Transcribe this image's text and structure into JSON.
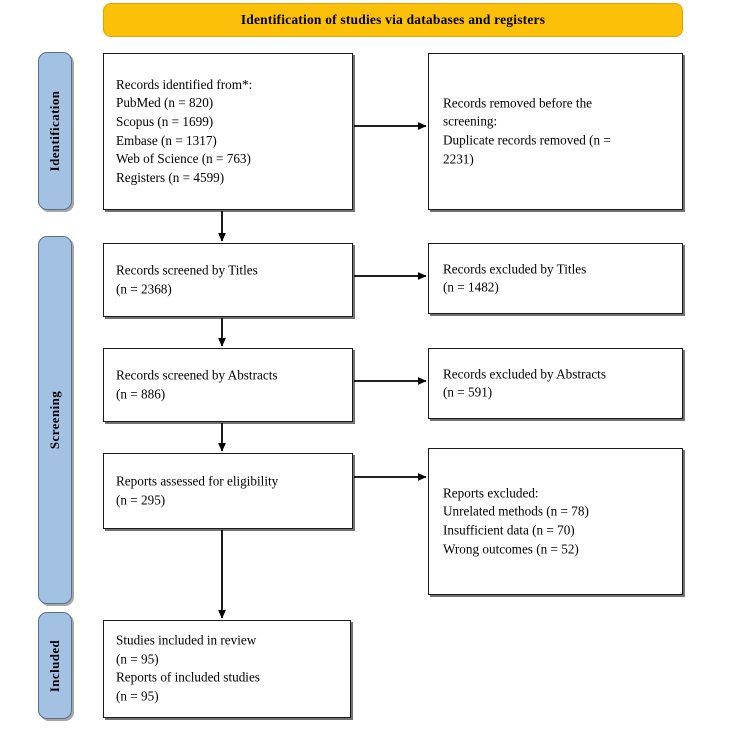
{
  "header": {
    "title": "Identification of studies via databases and registers"
  },
  "stages": [
    {
      "id": "identification",
      "label": "Identification"
    },
    {
      "id": "screening",
      "label": "Screening"
    },
    {
      "id": "included",
      "label": "Included"
    }
  ],
  "boxes": {
    "identified": "Records identified from*:\nPubMed (n = 820)\nScopus (n = 1699)\nEmbase (n = 1317)\nWeb of Science (n = 763)\nRegisters (n = 4599)",
    "removed": "Records removed before the\nscreening:\nDuplicate records removed (n =\n2231)",
    "screened_titles": "Records screened by Titles\n(n = 2368)",
    "excluded_titles": "Records excluded by Titles\n(n = 1482)",
    "screened_abstracts": "Records screened by Abstracts\n(n = 886)",
    "excluded_abstracts": "Records excluded by Abstracts\n(n = 591)",
    "eligibility": "Reports assessed for eligibility\n(n = 295)",
    "excluded_reports": "Reports excluded:\nUnrelated methods (n = 78)\nInsufficient data (n = 70)\nWrong outcomes (n = 52)",
    "included": "Studies included in review\n(n = 95)\nReports of included studies\n(n = 95)"
  },
  "counts": {
    "pubmed": 820,
    "scopus": 1699,
    "embase": 1317,
    "web_of_science": 763,
    "registers": 4599,
    "duplicates_removed": 2231,
    "screened_titles": 2368,
    "excluded_titles": 1482,
    "screened_abstracts": 886,
    "excluded_abstracts": 591,
    "assessed_eligibility": 295,
    "excluded_unrelated_methods": 78,
    "excluded_insufficient_data": 70,
    "excluded_wrong_outcomes": 52,
    "studies_included": 95,
    "reports_included": 95
  },
  "colors": {
    "header_bg": "#fcc008",
    "stage_bg": "#a3c2e3",
    "box_border": "#1a1a1a",
    "box_bg": "#ffffff"
  }
}
